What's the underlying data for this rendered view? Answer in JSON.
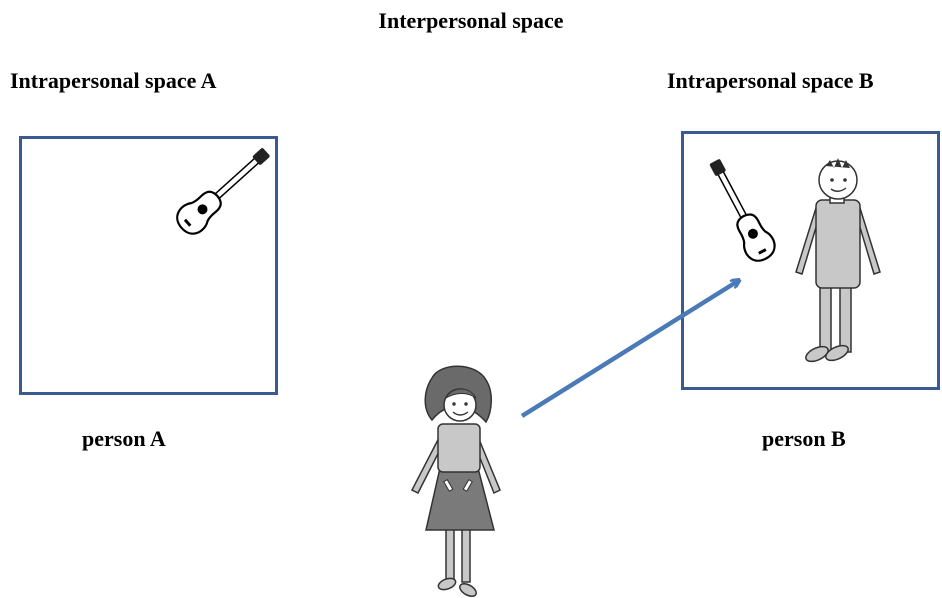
{
  "title": "Interpersonal space",
  "space_a": {
    "label": "Intrapersonal space A",
    "person_label": "person A"
  },
  "space_b": {
    "label": "Intrapersonal space B",
    "person_label": "person B"
  },
  "colors": {
    "box_border": "#3b5a8f",
    "arrow": "#4a7ab8",
    "figure_fill": "#c8c8c8",
    "skirt_fill": "#7a7a7a",
    "hair_fill": "#6a6a6a"
  },
  "icons": [
    "guitar-icon",
    "woman-figure",
    "man-figure",
    "arrow"
  ]
}
